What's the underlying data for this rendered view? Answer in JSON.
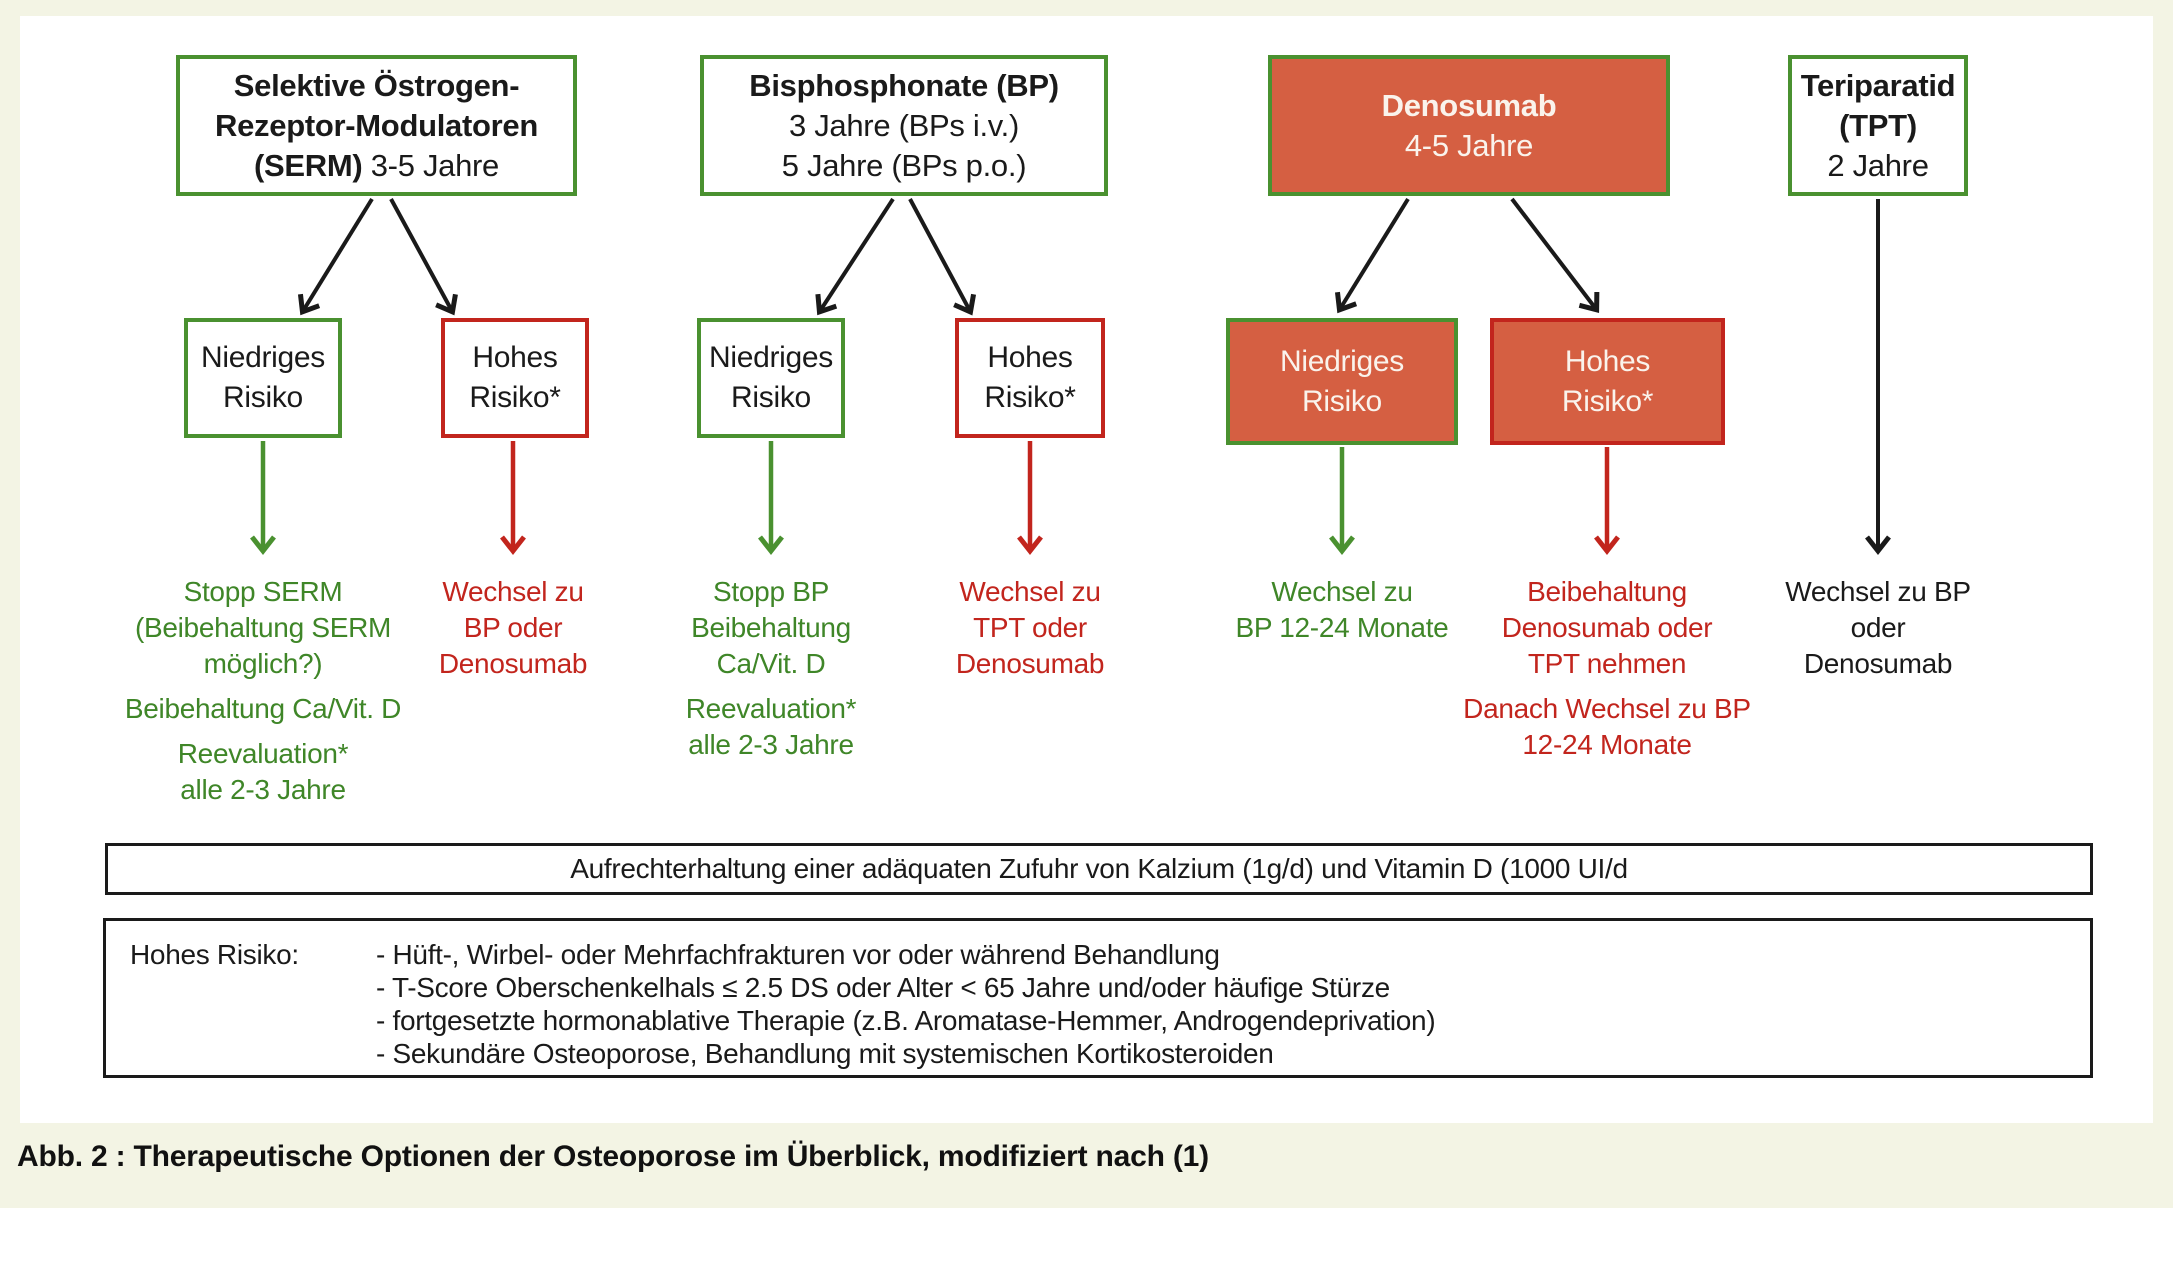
{
  "colors": {
    "background": "#f3f4e4",
    "panel": "#ffffff",
    "green": "#4a9130",
    "green_text": "#3f8628",
    "red": "#c2251d",
    "box_fill_red": "#d55f42",
    "black": "#1a1a1a",
    "white_text": "#faf3ec"
  },
  "top_boxes": [
    {
      "line1": "Selektive Östrogen-",
      "line2": "Rezeptor-Modulatoren",
      "line3_bold": "(SERM)",
      "line3_rest": " 3-5 Jahre"
    },
    {
      "line1": "Bisphosphonate (BP)",
      "line2": "3 Jahre (BPs i.v.)",
      "line3": "5 Jahre (BPs p.o.)"
    },
    {
      "line1": "Denosumab",
      "line2": "4-5 Jahre"
    },
    {
      "line1": "Teriparatid",
      "line2": "(TPT)",
      "line3": "2 Jahre"
    }
  ],
  "risk_boxes": [
    {
      "line1": "Niedriges",
      "line2": "Risiko"
    },
    {
      "line1": "Hohes",
      "line2": "Risiko*"
    },
    {
      "line1": "Niedriges",
      "line2": "Risiko"
    },
    {
      "line1": "Hohes",
      "line2": "Risiko*"
    },
    {
      "line1": "Niedriges",
      "line2": "Risiko"
    },
    {
      "line1": "Hohes",
      "line2": "Risiko*"
    }
  ],
  "outcomes": [
    {
      "color": "green",
      "paragraphs": [
        [
          "Stopp SERM",
          "(Beibehaltung SERM",
          "möglich?)"
        ],
        [
          "Beibehaltung Ca/Vit. D"
        ],
        [
          "Reevaluation*",
          "alle 2-3 Jahre"
        ]
      ]
    },
    {
      "color": "red",
      "paragraphs": [
        [
          "Wechsel zu",
          "BP oder",
          "Denosumab"
        ]
      ]
    },
    {
      "color": "green",
      "paragraphs": [
        [
          "Stopp BP",
          "Beibehaltung",
          "Ca/Vit. D"
        ],
        [
          "Reevaluation*",
          "alle 2-3 Jahre"
        ]
      ]
    },
    {
      "color": "red",
      "paragraphs": [
        [
          "Wechsel zu",
          "TPT oder",
          "Denosumab"
        ]
      ]
    },
    {
      "color": "green",
      "paragraphs": [
        [
          "Wechsel zu",
          "BP 12-24 Monate"
        ]
      ]
    },
    {
      "color": "red",
      "paragraphs": [
        [
          "Beibehaltung",
          "Denosumab oder",
          "TPT nehmen"
        ],
        [
          "Danach Wechsel zu BP",
          "12-24 Monate"
        ]
      ]
    },
    {
      "color": "black",
      "paragraphs": [
        [
          "Wechsel zu BP",
          "oder",
          "Denosumab"
        ]
      ]
    }
  ],
  "maintenance_box": {
    "text": "Aufrechterhaltung einer adäquaten Zufuhr von Kalzium (1g/d) und Vitamin D (1000 UI/d"
  },
  "risk_definition_box": {
    "label": "Hohes Risiko:",
    "items": [
      "- Hüft-, Wirbel- oder Mehrfachfrakturen vor oder während Behandlung",
      "- T-Score Oberschenkelhals ≤ 2.5 DS oder Alter < 65 Jahre und/oder häufige Stürze",
      "- fortgesetzte hormonablative Therapie (z.B. Aromatase-Hemmer, Androgendeprivation)",
      "- Sekundäre Osteoporose, Behandlung mit systemischen Kortikosteroiden"
    ]
  },
  "caption": "Abb. 2 : Therapeutische Optionen der Osteoporose im Überblick, modifiziert nach (1)"
}
